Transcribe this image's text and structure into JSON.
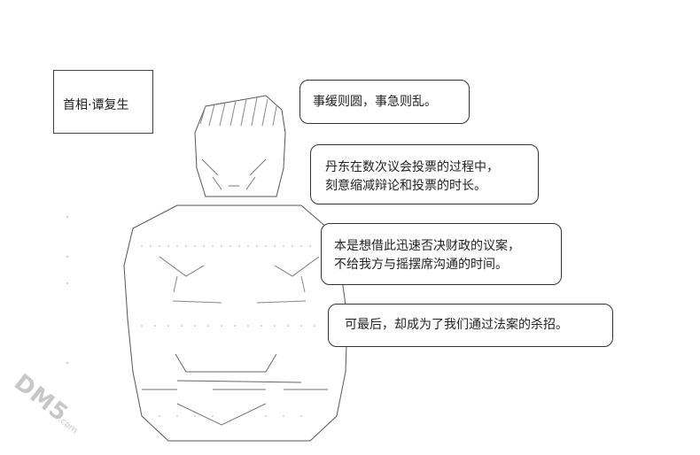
{
  "label": {
    "text": "首相·谭复生"
  },
  "bubbles": [
    {
      "lines": [
        "事缓则圆，事急则乱。"
      ]
    },
    {
      "lines": [
        "丹东在数次议会投票的过程中，",
        "刻意缩减辩论和投票的时长。"
      ]
    },
    {
      "lines": [
        "本是想借此迅速否决财政的议案，",
        "不给我方与摇摆席沟通的时间。"
      ]
    },
    {
      "lines": [
        "可最后，却成为了我们通过法案的杀招。"
      ]
    }
  ],
  "watermark": {
    "brand": "DM5",
    "suffix": ".com"
  }
}
